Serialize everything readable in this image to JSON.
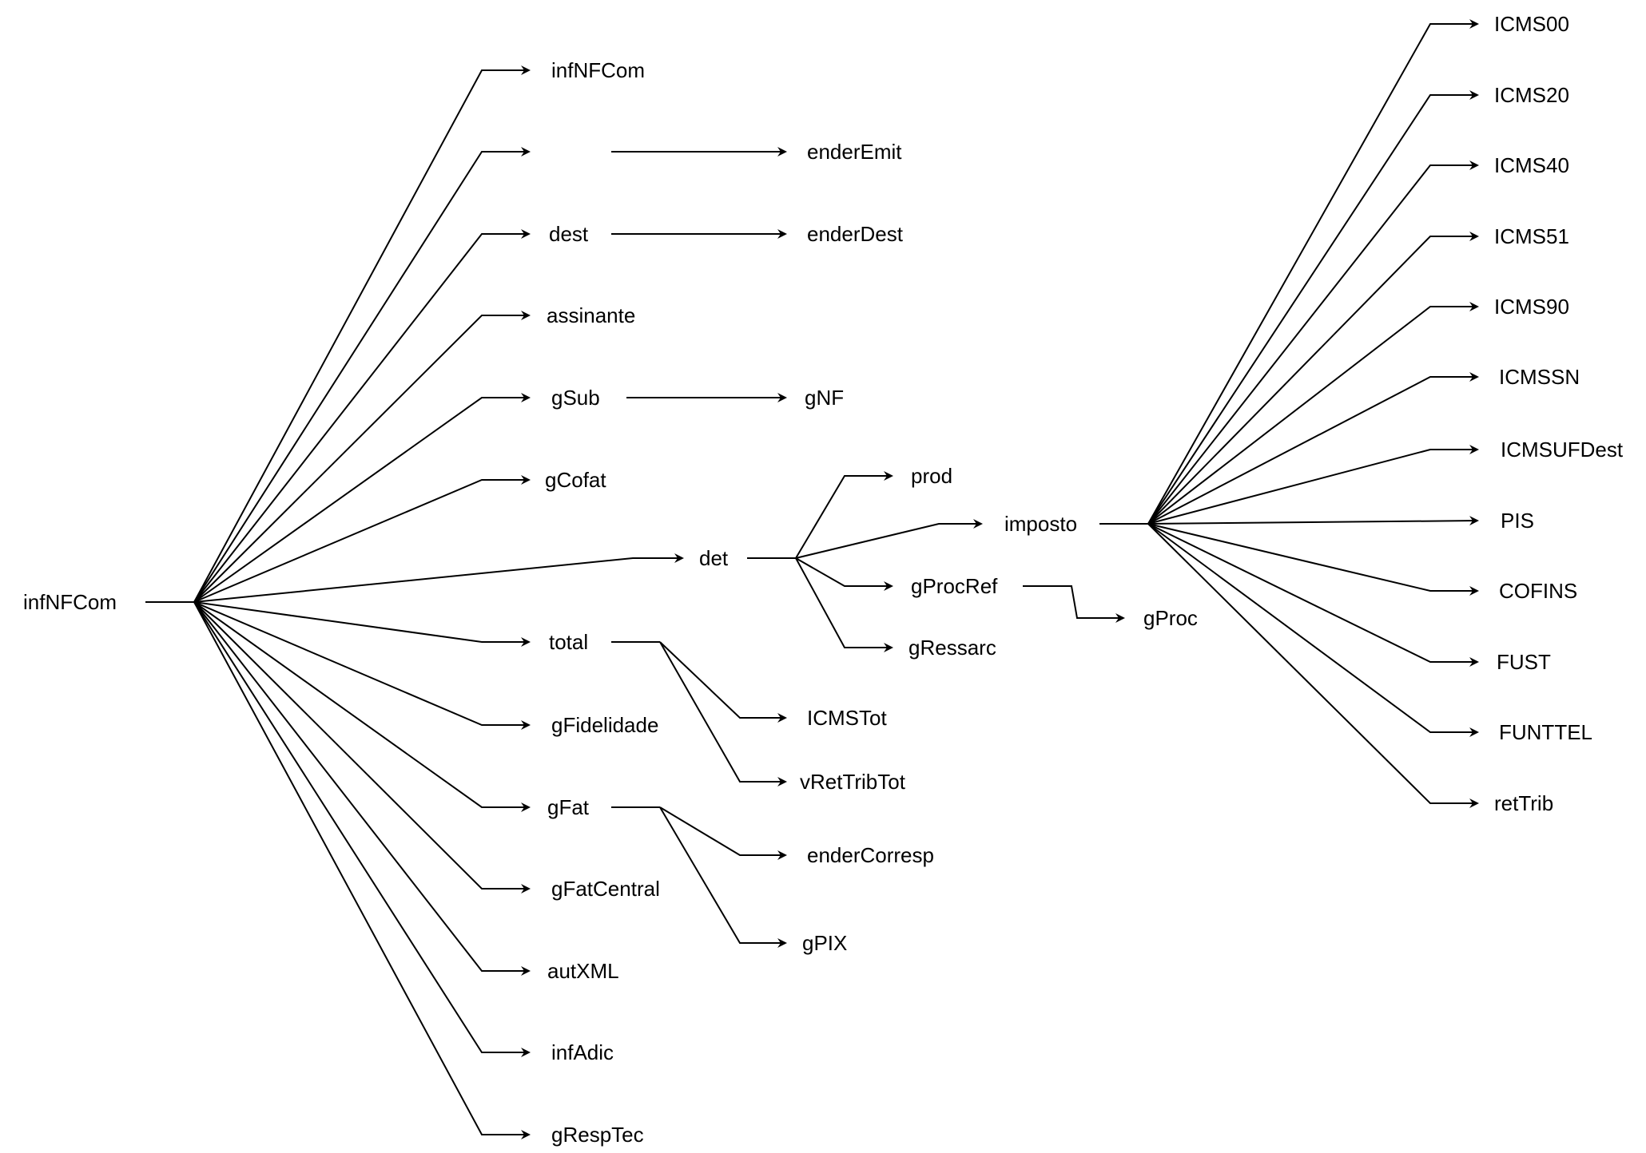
{
  "diagram": {
    "root": "infNFCom",
    "level1": [
      {
        "id": "infNFCom_child",
        "label": "infNFCom"
      },
      {
        "id": "emit",
        "label": ""
      },
      {
        "id": "dest",
        "label": "dest"
      },
      {
        "id": "assinante",
        "label": "assinante"
      },
      {
        "id": "gSub",
        "label": "gSub"
      },
      {
        "id": "gCofat",
        "label": "gCofat"
      },
      {
        "id": "det",
        "label": "det"
      },
      {
        "id": "total",
        "label": "total"
      },
      {
        "id": "gFidelidade",
        "label": "gFidelidade"
      },
      {
        "id": "gFat",
        "label": "gFat"
      },
      {
        "id": "gFatCentral",
        "label": "gFatCentral"
      },
      {
        "id": "autXML",
        "label": "autXML"
      },
      {
        "id": "infAdic",
        "label": "infAdic"
      },
      {
        "id": "gRespTec",
        "label": "gRespTec"
      }
    ],
    "emit_children": [
      "enderEmit"
    ],
    "dest_children": [
      "enderDest"
    ],
    "gSub_children": [
      "gNF"
    ],
    "det_children": [
      "prod",
      "imposto",
      "gProcRef",
      "gRessarc"
    ],
    "gProcRef_children": [
      "gProc"
    ],
    "total_children": [
      "ICMSTot",
      "vRetTribTot"
    ],
    "gFat_children": [
      "enderCorresp",
      "gPIX"
    ],
    "imposto_children": [
      "ICMS00",
      "ICMS20",
      "ICMS40",
      "ICMS51",
      "ICMS90",
      "ICMSSN",
      "ICMSUFDest",
      "PIS",
      "COFINS",
      "FUST",
      "FUNTTEL",
      "retTrib"
    ]
  }
}
